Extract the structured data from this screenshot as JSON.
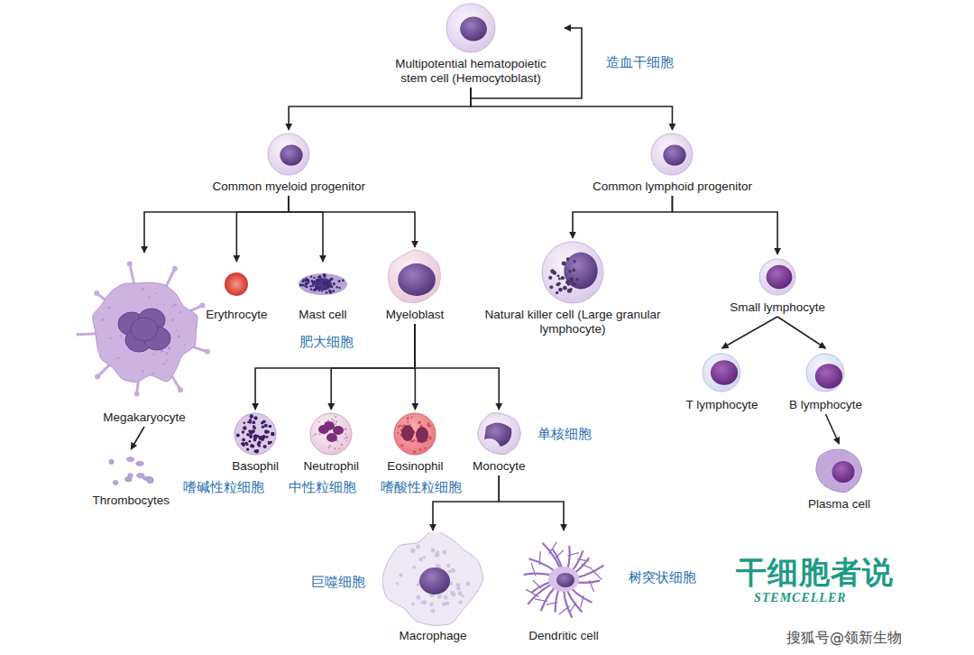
{
  "diagram": {
    "nodes": [
      {
        "text": [
          "Multipotential hematopoietic stem cell (Hemocytoblast)"
        ]
      },
      {
        "text": [
          "Common myeloid progenitor"
        ]
      },
      {
        "text": [
          "Common lymphoid progenitor"
        ]
      },
      {
        "text": [
          "Megakaryocyte"
        ]
      },
      {
        "text": [
          "Erythrocyte"
        ]
      },
      {
        "text": [
          "Mast cell"
        ]
      },
      {
        "text": [
          "Myeloblast"
        ]
      },
      {
        "text": [
          "Natural killer cell (Large granular lymphocyte)"
        ]
      },
      {
        "text": [
          "Small lymphocyte"
        ]
      },
      {
        "text": [
          "Thrombocytes"
        ]
      },
      {
        "text": [
          "Basophil"
        ]
      },
      {
        "text": [
          "Neutrophil"
        ]
      },
      {
        "text": [
          "Eosinophil"
        ]
      },
      {
        "text": [
          "Monocyte"
        ]
      },
      {
        "text": [
          "T lymphocyte"
        ]
      },
      {
        "text": [
          "B lymphocyte"
        ]
      },
      {
        "text": [
          "Plasma cell"
        ]
      },
      {
        "text": [
          "Macrophage"
        ]
      },
      {
        "text": [
          "Dendritic cell"
        ]
      }
    ],
    "edges": [
      {
        "from": 0,
        "to": 0,
        "arrow": "to"
      },
      {
        "from": 0,
        "to": 1,
        "arrow": "to"
      },
      {
        "from": 0,
        "to": 2,
        "arrow": "to"
      },
      {
        "from": 1,
        "to": 3,
        "arrow": "to"
      },
      {
        "from": 1,
        "to": 4,
        "arrow": "to"
      },
      {
        "from": 1,
        "to": 5,
        "arrow": "to"
      },
      {
        "from": 1,
        "to": 6,
        "arrow": "to"
      },
      {
        "from": 2,
        "to": 7,
        "arrow": "to"
      },
      {
        "from": 2,
        "to": 8,
        "arrow": "to"
      },
      {
        "from": 3,
        "to": 9,
        "arrow": "to"
      },
      {
        "from": 6,
        "to": 10,
        "arrow": "to"
      },
      {
        "from": 6,
        "to": 11,
        "arrow": "to"
      },
      {
        "from": 6,
        "to": 12,
        "arrow": "to"
      },
      {
        "from": 6,
        "to": 13,
        "arrow": "to"
      },
      {
        "from": 8,
        "to": 14,
        "arrow": "to"
      },
      {
        "from": 8,
        "to": 15,
        "arrow": "to"
      },
      {
        "from": 15,
        "to": 16,
        "arrow": "to"
      },
      {
        "from": 13,
        "to": 17,
        "arrow": "to"
      },
      {
        "from": 13,
        "to": 18,
        "arrow": "to"
      }
    ],
    "labels": [
      "造血干细胞",
      "肥大细胞",
      "单核细胞",
      "嗜碱性粒细胞",
      "中性粒细胞",
      "嗜酸性粒细胞",
      "巨噬细胞",
      "树突状细胞",
      "干细胞者说",
      "STEMCELLER",
      "搜狐号@领新生物"
    ]
  }
}
